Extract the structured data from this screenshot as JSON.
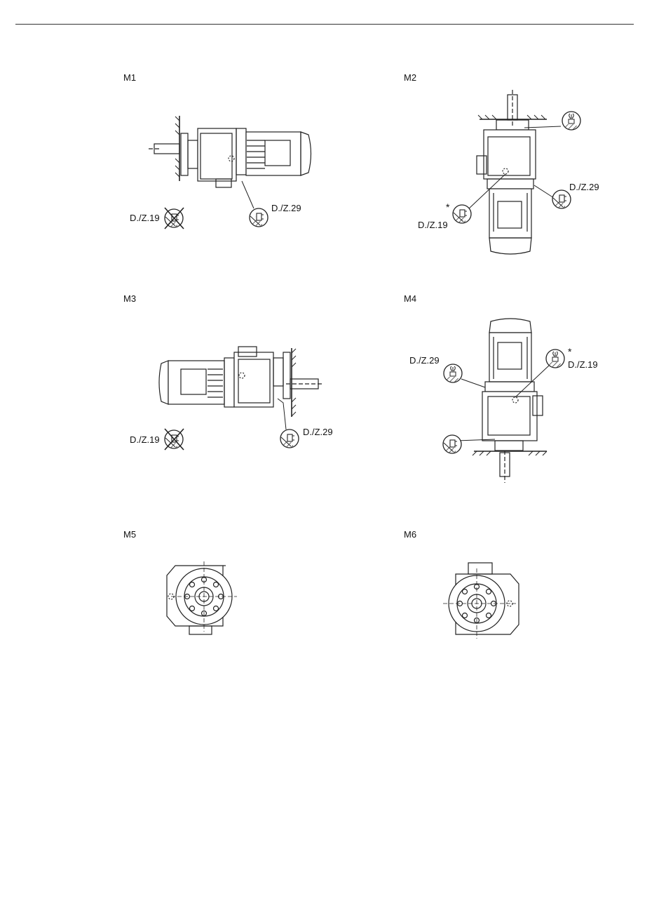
{
  "positions": [
    {
      "label": "M1",
      "callouts": [
        "D./Z.19",
        "D./Z.29"
      ]
    },
    {
      "label": "M2",
      "callouts": [
        "D./Z.29",
        "D./Z.19"
      ],
      "marker": "*"
    },
    {
      "label": "M3",
      "callouts": [
        "D./Z.19",
        "D./Z.29"
      ]
    },
    {
      "label": "M4",
      "callouts": [
        "D./Z.29",
        "D./Z.19"
      ],
      "marker": "*"
    },
    {
      "label": "M5",
      "callouts": []
    },
    {
      "label": "M6",
      "callouts": []
    }
  ]
}
